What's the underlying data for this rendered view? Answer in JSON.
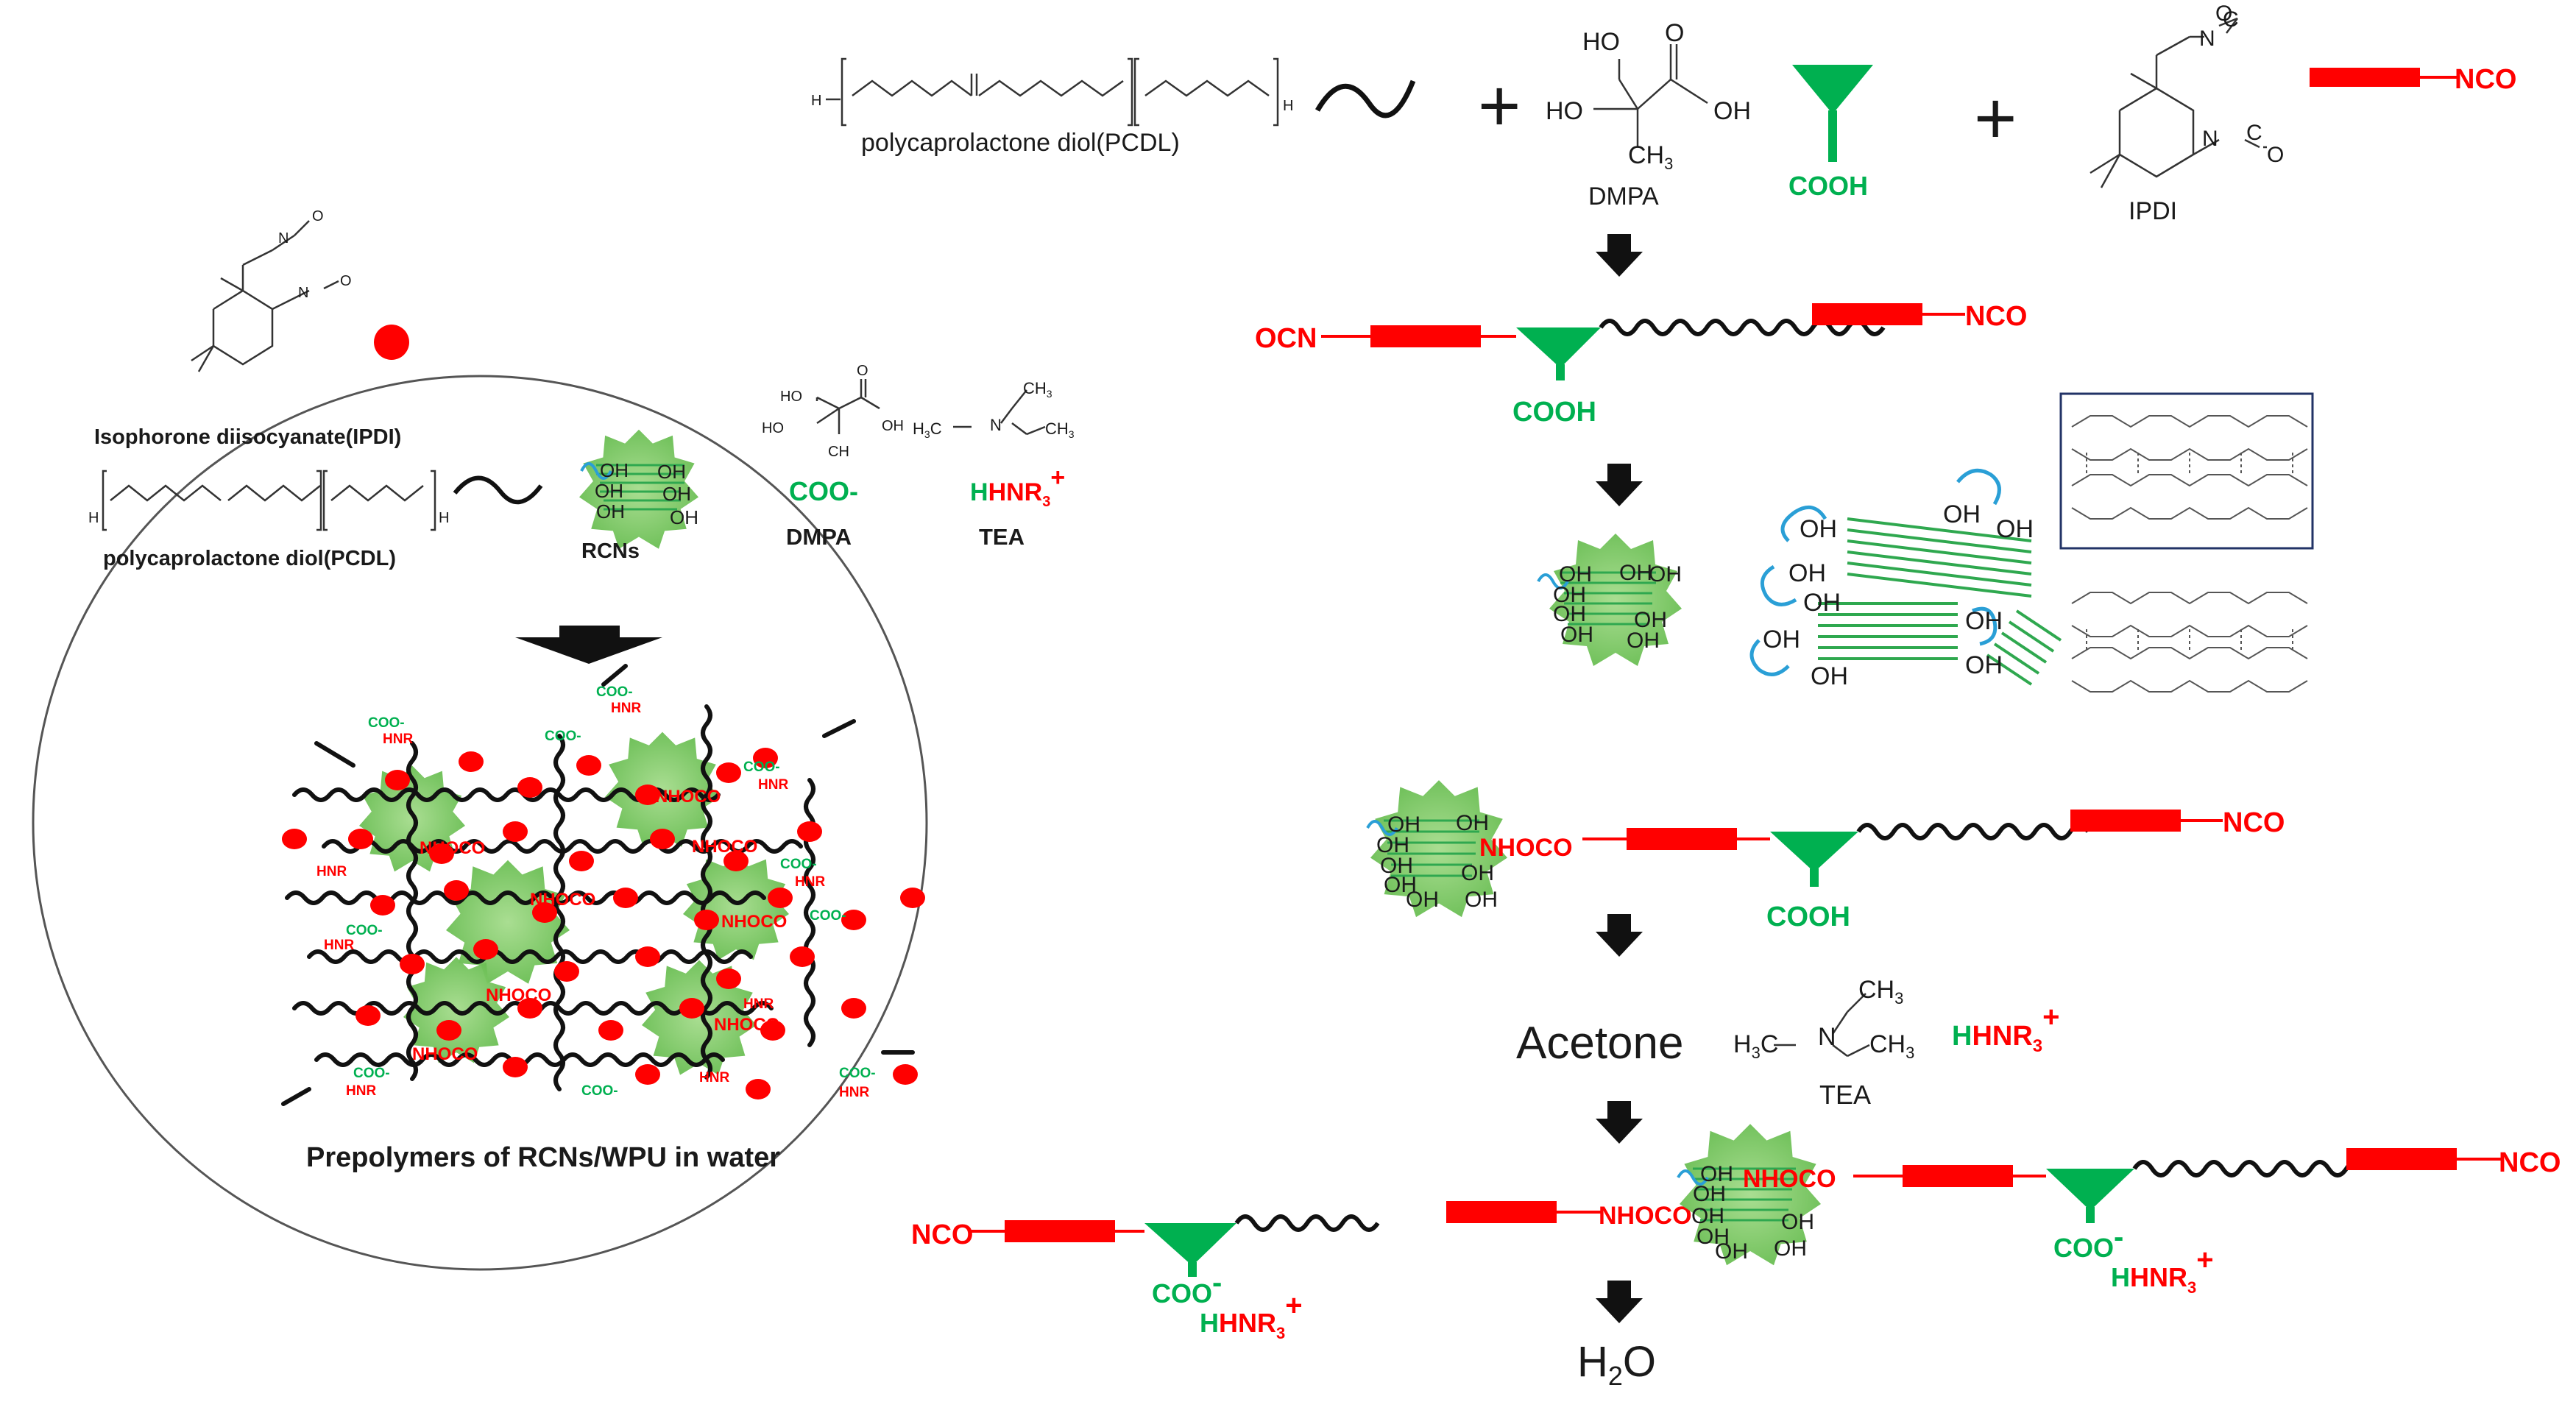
{
  "colors": {
    "red": "#ff0000",
    "green": "#00b050",
    "blob": "#7ecb63",
    "black": "#111111",
    "blue": "#2a9fd6"
  },
  "header": {
    "pcdl_label": "polycaprolactone diol(PCDL)",
    "dmpa_label": "DMPA",
    "dmpa_group": "COOH",
    "ipdi_label": "IPDI",
    "nco": "NCO",
    "ocn": "OCN",
    "plus": "+",
    "ho": "HO",
    "oh": "OH",
    "o": "O",
    "ch3": "CH",
    "sub3": "3",
    "h": "H",
    "n": "N",
    "c": "C"
  },
  "circle": {
    "ipdi_label": "Isophorone diisocyanate(IPDI)",
    "pcdl_label": "polycaprolactone diol(PCDL)",
    "rcn_label": "RCNs",
    "dmpa_label": "DMPA",
    "tea_label": "TEA",
    "coo": "COO-",
    "hnr": "HNR",
    "sub3": "3",
    "plus": "+",
    "nhoco": "NHOCO",
    "caption": "Prepolymers of RCNs/WPU in water"
  },
  "steps": {
    "step1_group": "COOH",
    "step3_link": "NHOCO",
    "step3_group": "COOH",
    "acetone": "Acetone",
    "tea_label": "TEA",
    "h3c": "H",
    "hnr": "HNR",
    "sub3": "3",
    "plus": "+",
    "step5_link": "NHOCO",
    "step5_link2": "NHOCO",
    "coo": "COO",
    "minus": "-",
    "water_h": "H",
    "water_sub": "2",
    "water_o": "O",
    "oh": "OH"
  }
}
